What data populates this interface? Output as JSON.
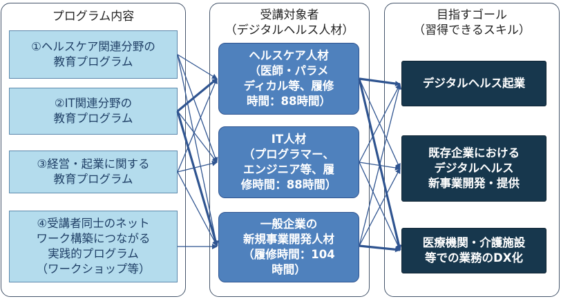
{
  "columns": {
    "programs": {
      "title": "プログラム内容",
      "items": [
        {
          "label": "①ヘルスケア関連分野の\n教育プログラム"
        },
        {
          "label": "②IT関連分野の\n教育プログラム"
        },
        {
          "label": "③経営・起業に関する\n教育プログラム"
        },
        {
          "label": "④受講者同士のネット\nワーク構築につながる\n実践的プログラム\n（ワークショップ等）"
        }
      ]
    },
    "targets": {
      "title": "受講対象者\n（デジタルヘルス人材）",
      "items": [
        {
          "label": "ヘルスケア人材\n（医師・パラメ\nディカル等、履修\n時間：88時間）"
        },
        {
          "label": "IT人材\n（プログラマー、\nエンジニア等、履\n修時間：88時間）"
        },
        {
          "label": "一般企業の\n新規事業開発人材\n（履修時間：104\n時間）"
        }
      ]
    },
    "goals": {
      "title": "目指すゴール\n（習得できるスキル）",
      "items": [
        {
          "label": "デジタルヘルス起業"
        },
        {
          "label": "既存企業における\nデジタルヘルス\n新事業開発・提供"
        },
        {
          "label": "医療機関・介護施設\n等での業務のDX化"
        }
      ]
    }
  },
  "colors": {
    "program_fill": "#b4dced",
    "target_fill": "#4f81bd",
    "goal_fill": "#17374d",
    "arrow": "#2f5490"
  }
}
